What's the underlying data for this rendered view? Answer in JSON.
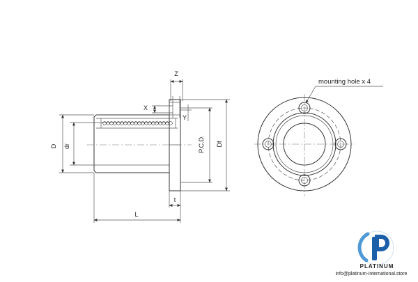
{
  "drawing": {
    "labels": {
      "Z": "Z",
      "X": "X",
      "Y": "Y",
      "D": "D",
      "dr": "dr",
      "PCD": "P.C.D.",
      "Df": "Df",
      "L": "L",
      "t": "t"
    },
    "callout": "mounting hole x 4"
  },
  "logo": {
    "brand": "PLATINUM",
    "email": "info@platinum-international.store",
    "colors": {
      "blue": "#1a5fa8",
      "light_blue": "#4f9ad6"
    }
  }
}
